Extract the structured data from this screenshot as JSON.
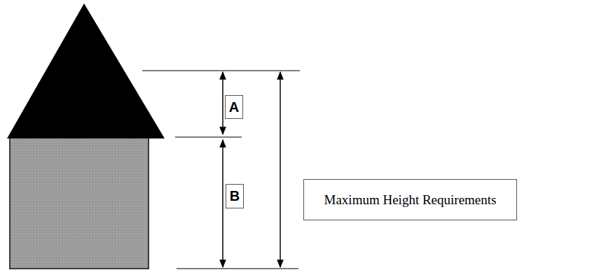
{
  "diagram": {
    "nodes": [
      {
        "text": [
          "A"
        ]
      },
      {
        "text": [
          "B"
        ]
      },
      {
        "text": [
          "Maximum Height Requirements"
        ]
      }
    ]
  }
}
